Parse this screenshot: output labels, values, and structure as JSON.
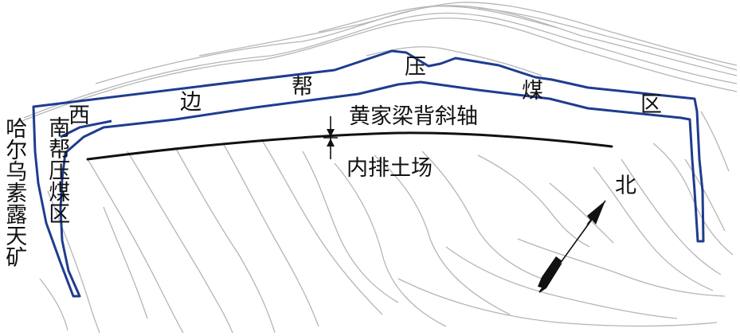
{
  "map": {
    "labels": {
      "west_wall": [
        "西",
        "边",
        "帮",
        "压",
        "煤",
        "区"
      ],
      "south_wall": "南帮压煤区",
      "anticline_axis": "黄家梁背斜轴",
      "inner_dump": "内排土场",
      "north": "北",
      "mine_name": "哈尔乌素露天矿"
    },
    "colors": {
      "boundary": "#1f3c8f",
      "contours": "#b5b5b5",
      "axis": "#111111",
      "text": "#111111"
    },
    "icons": {
      "north_arrow": "north-arrow-icon",
      "dimension_marker": "dimension-arrows-icon"
    }
  }
}
